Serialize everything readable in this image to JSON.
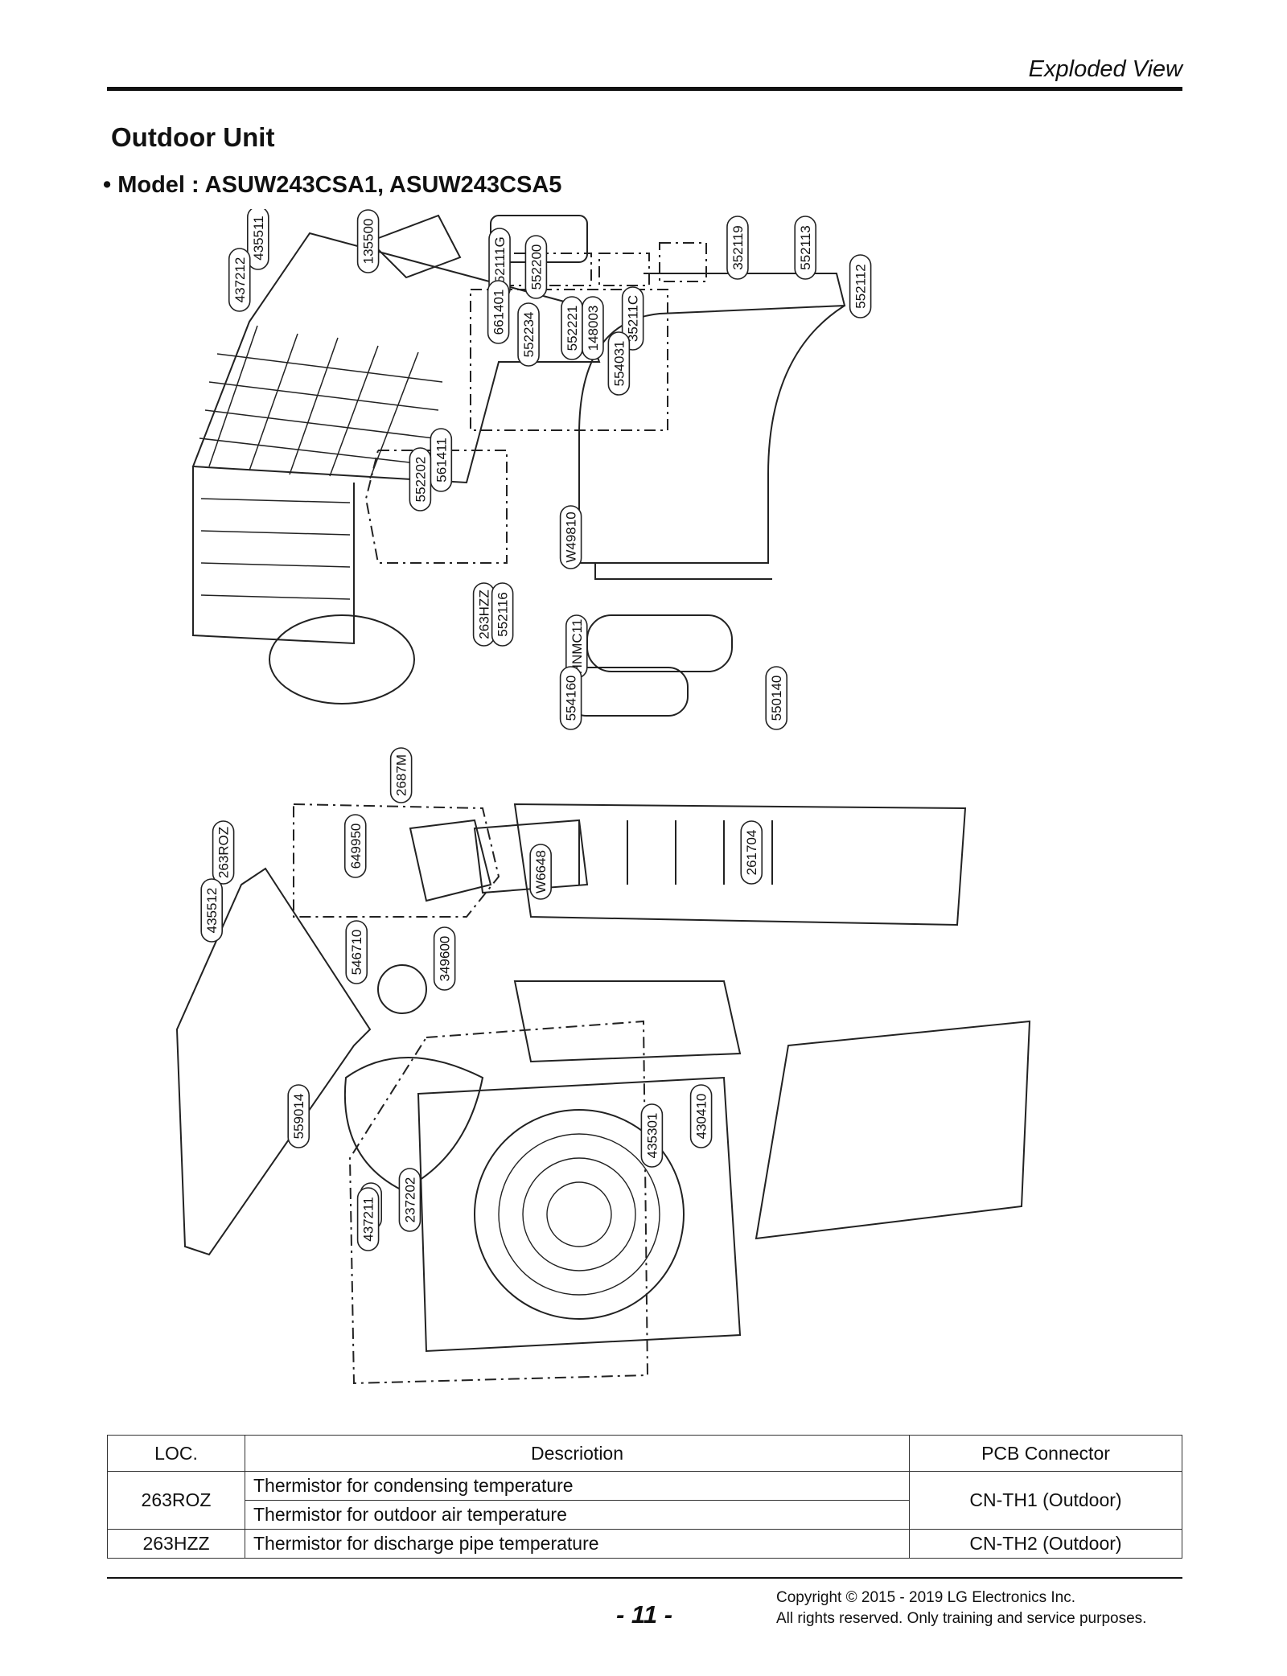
{
  "header": {
    "section": "Exploded View"
  },
  "title": "Outdoor Unit",
  "subtitle": "• Model : ASUW243CSA1, ASUW243CSA5",
  "part_labels": [
    "435511",
    "437212",
    "135500",
    "552111G",
    "661401",
    "552200",
    "552234",
    "552221",
    "148003",
    "35211C",
    "554031",
    "352119",
    "552113",
    "552112",
    "561411",
    "W49810",
    "552202",
    "263HZZ",
    "552116",
    "HNMC11",
    "554160",
    "550140",
    "263ROZ",
    "2687M",
    "649950",
    "W6648",
    "261704",
    "435512",
    "546710",
    "349600",
    "559014",
    "W1NF",
    "430410",
    "437211",
    "237202",
    "435301"
  ],
  "table": {
    "headers": [
      "LOC.",
      "Descriotion",
      "PCB Connector"
    ],
    "rows": [
      {
        "loc": "263ROZ",
        "desc1": "Thermistor for condensing temperature",
        "desc2": "Thermistor for outdoor air temperature",
        "pcb": "CN-TH1 (Outdoor)"
      },
      {
        "loc": "263HZZ",
        "desc1": "Thermistor for discharge pipe temperature",
        "pcb": "CN-TH2 (Outdoor)"
      }
    ]
  },
  "footer": {
    "page": "- 11 -",
    "copyright1": "Copyright © 2015 - 2019 LG Electronics Inc.",
    "copyright2": "All rights reserved. Only training and service purposes."
  }
}
